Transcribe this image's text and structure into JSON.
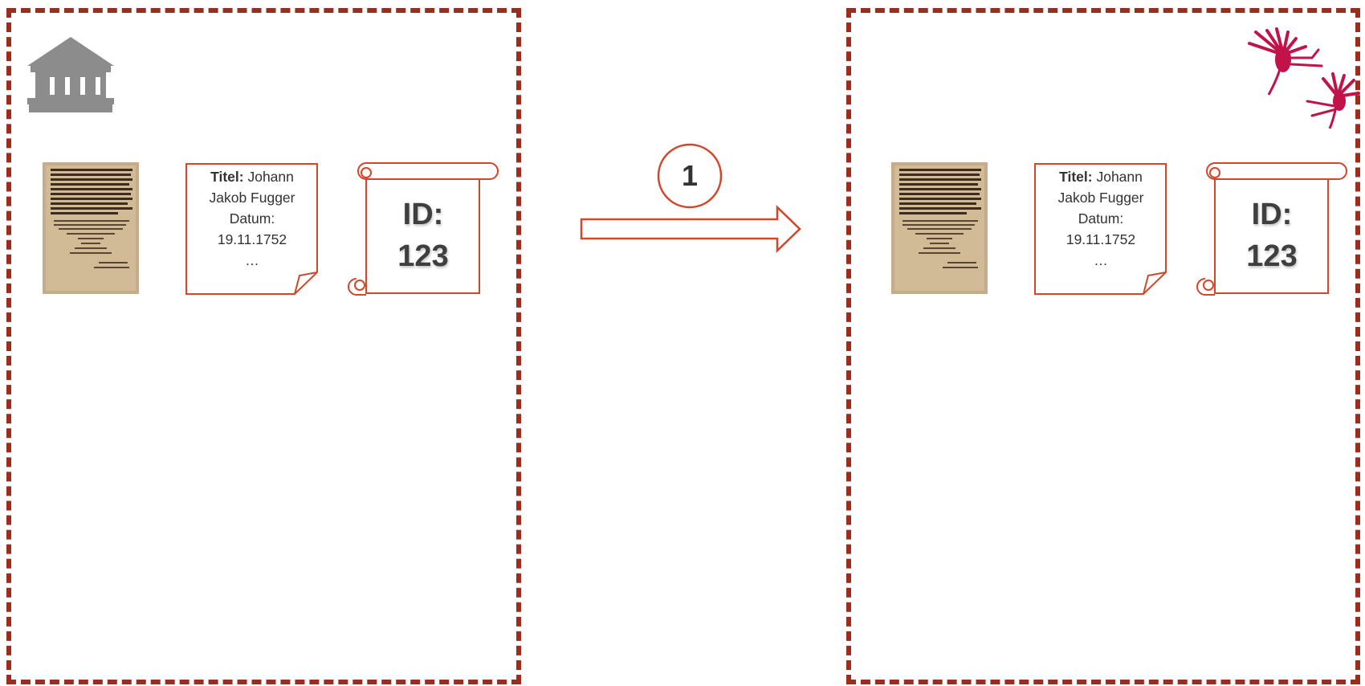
{
  "left": {
    "metadata": {
      "title_label": "Titel:",
      "title_value": " Johann",
      "line2": "Jakob Fugger",
      "line3": "Datum:",
      "line4": "19.11.1752",
      "line5": "…"
    },
    "id": {
      "label": "ID:",
      "value": "123"
    }
  },
  "right": {
    "metadata": {
      "title_label": "Titel:",
      "title_value": " Johann",
      "line2": "Jakob Fugger",
      "line3": "Datum:",
      "line4": "19.11.1752",
      "line5": "…"
    },
    "id": {
      "label": "ID:",
      "value": "123"
    }
  },
  "step": {
    "number": "1"
  },
  "icons": {
    "left_corner": "museum-building-icon",
    "right_corner": "dandelion-seeds-logo"
  },
  "colors": {
    "dashed_border": "#9b2d1f",
    "doc_outline": "#d2462a",
    "building_grey": "#8c8c8c",
    "logo_crimson": "#c2124a"
  }
}
